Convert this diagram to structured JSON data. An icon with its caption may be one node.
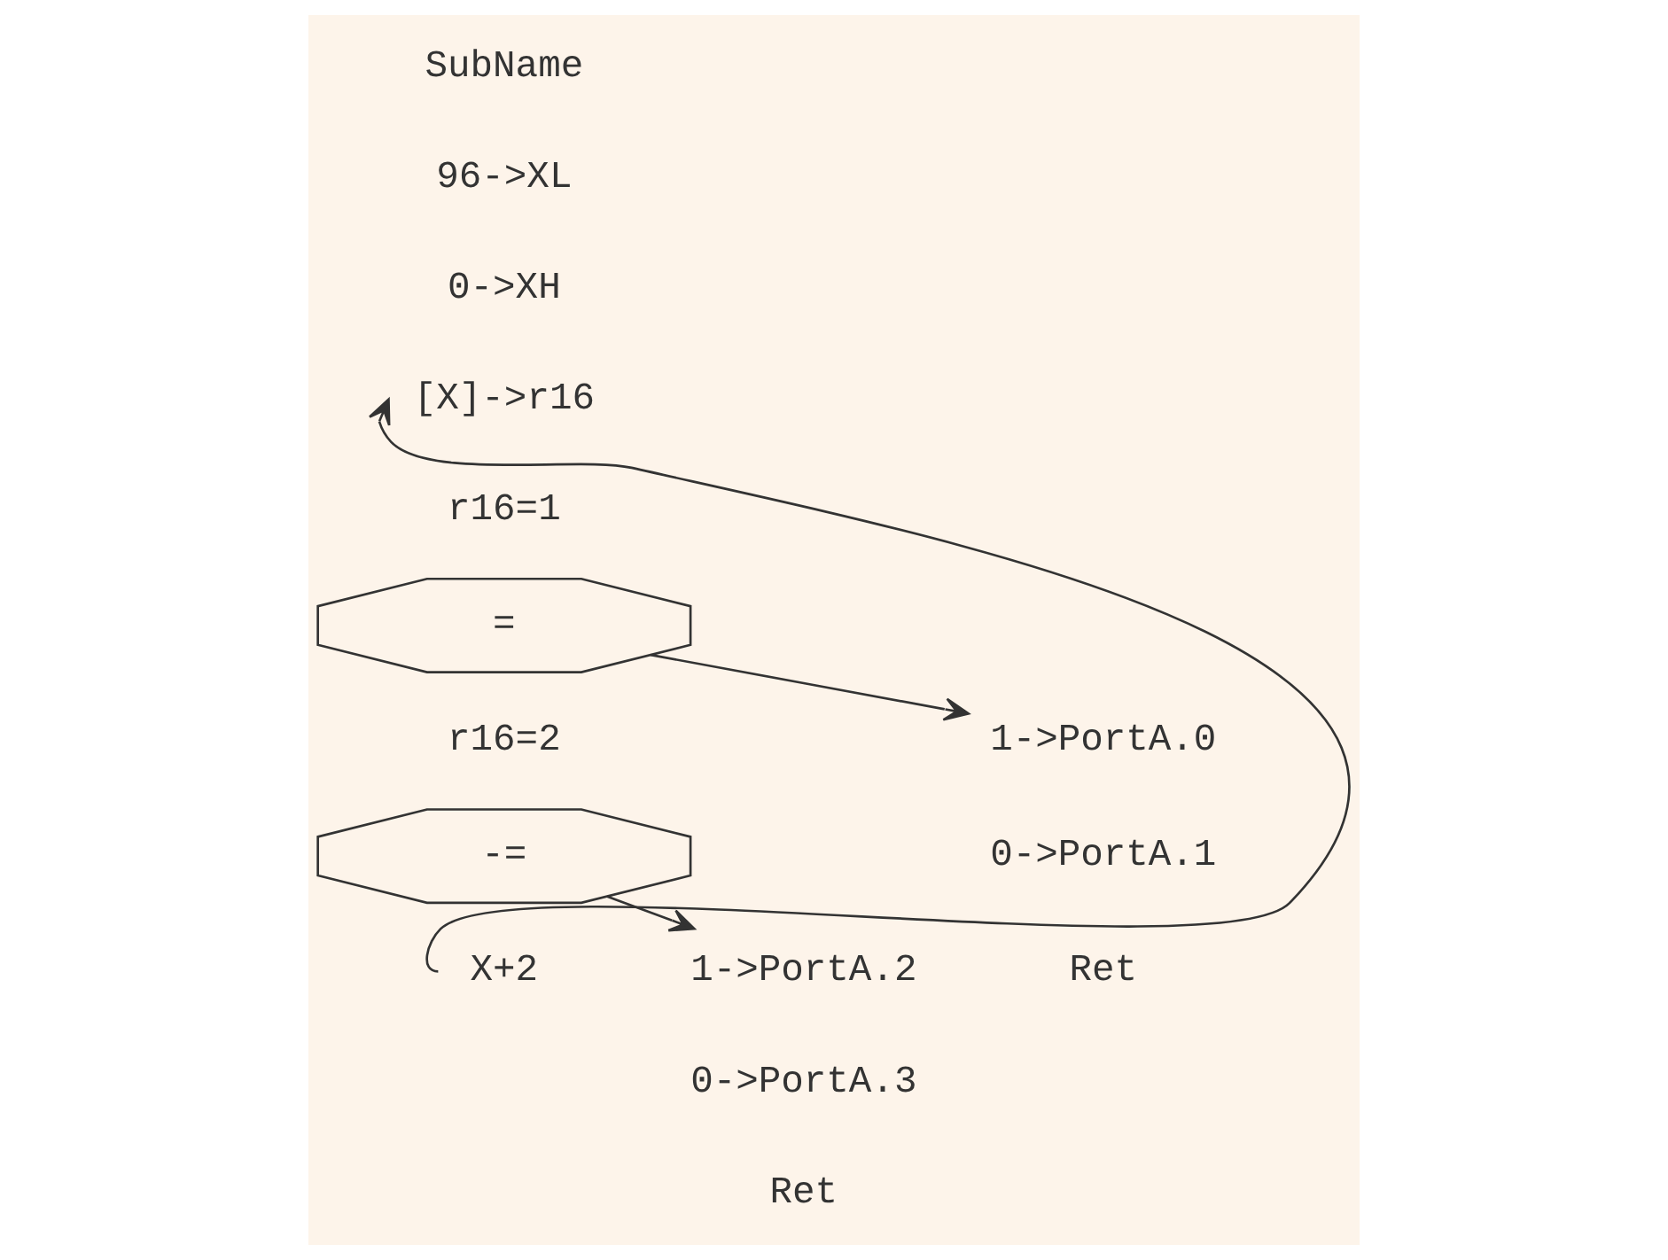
{
  "diagram": {
    "nodes": [
      {
        "text": [
          "96->XL"
        ]
      },
      {
        "text": [
          "0->XH"
        ]
      },
      {
        "text": [
          "[X]->r16"
        ]
      },
      {
        "text": [
          "r16=1"
        ]
      },
      {
        "text": [
          "="
        ]
      },
      {
        "text": [
          "r16=2"
        ]
      },
      {
        "text": [
          "-="
        ]
      },
      {
        "text": [
          "X+2"
        ]
      },
      {
        "text": [
          "1->PortA.0"
        ]
      },
      {
        "text": [
          "0->PortA.1"
        ]
      },
      {
        "text": [
          "Ret"
        ]
      },
      {
        "text": [
          "1->PortA.2"
        ]
      },
      {
        "text": [
          "0->PortA.3"
        ]
      },
      {
        "text": [
          "Ret"
        ]
      }
    ],
    "edges": [
      {
        "from": 4,
        "to": 8,
        "arrow": "to"
      },
      {
        "from": 6,
        "to": 11,
        "arrow": "to"
      },
      {
        "from": 7,
        "to": 2,
        "arrow": "to"
      }
    ],
    "labels": [
      "SubName"
    ]
  }
}
